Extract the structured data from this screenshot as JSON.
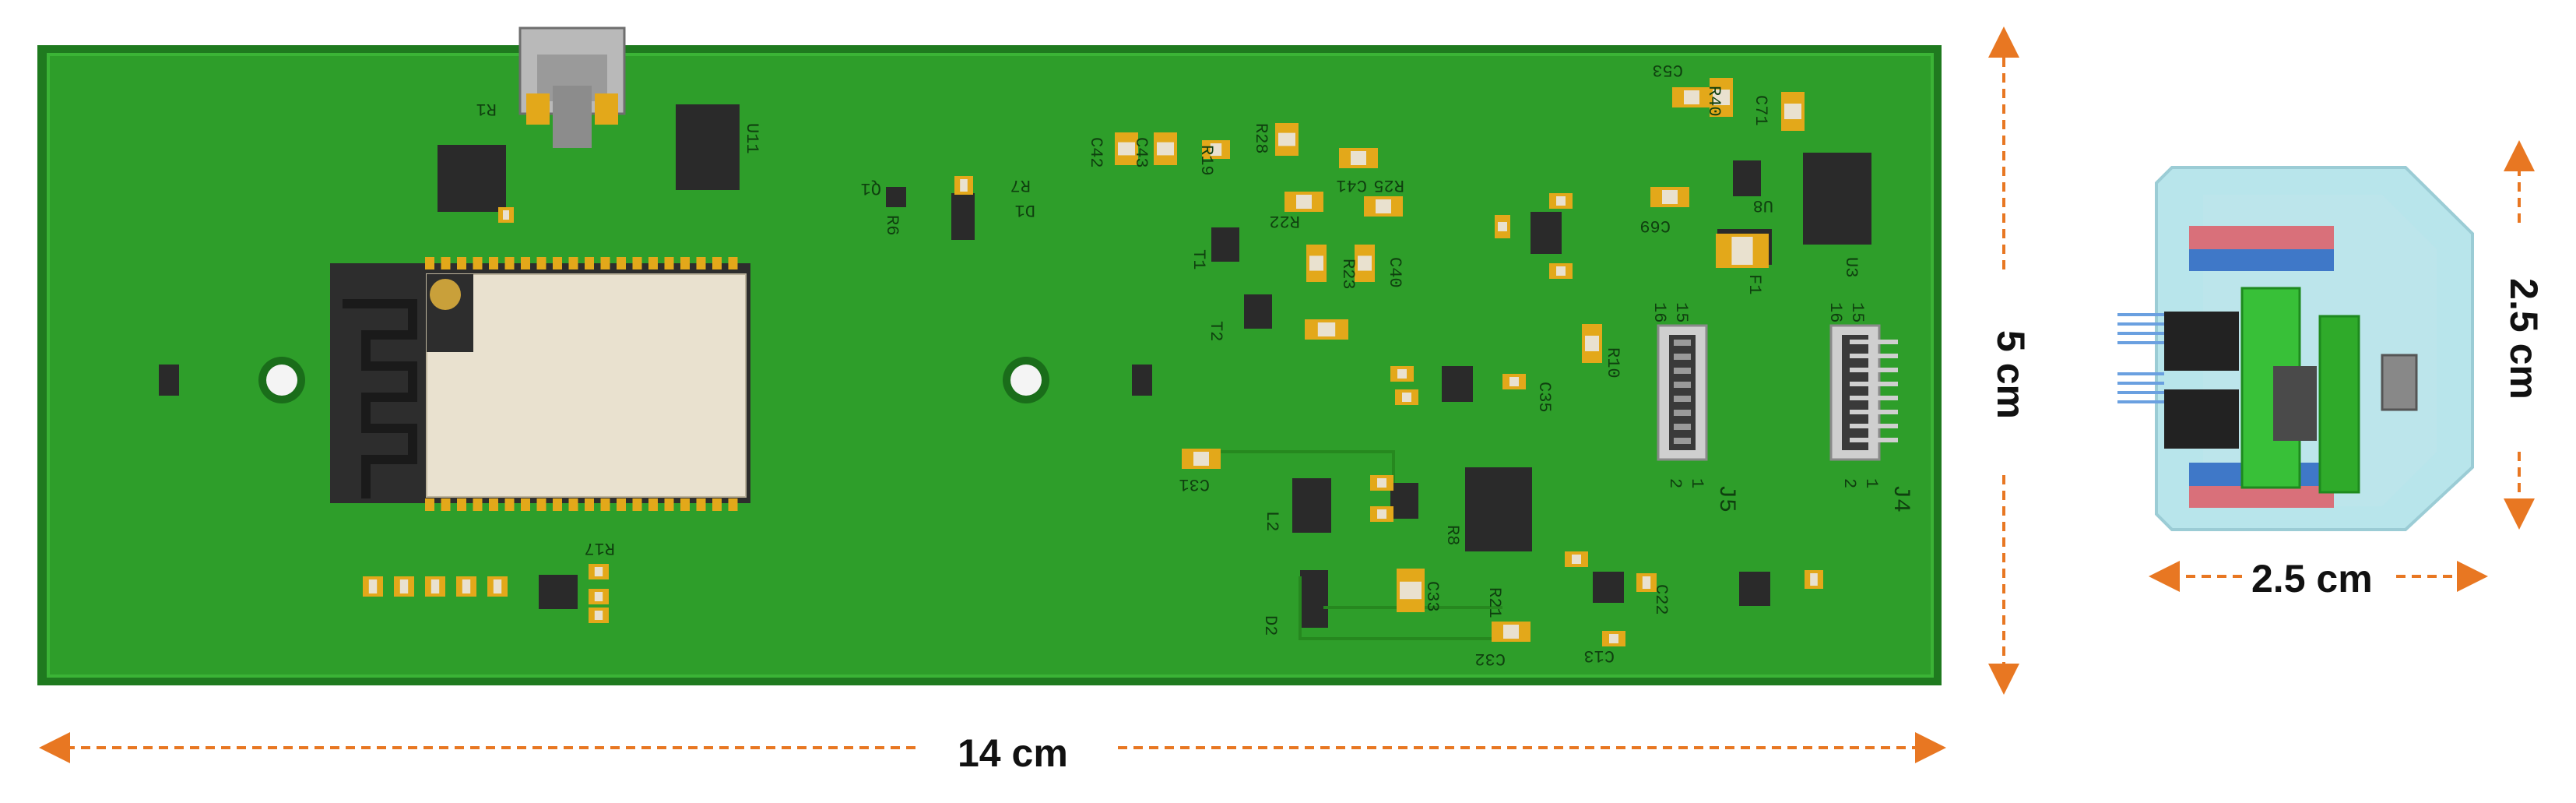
{
  "board": {
    "width_label": "14 cm",
    "height_label": "5 cm",
    "designators": {
      "r1": "R1",
      "u11": "U11",
      "c53": "C53",
      "r40": "R40",
      "c71": "C71",
      "c42": "C42",
      "c43": "C43",
      "r19": "R19",
      "r28": "R28",
      "r25": "R25",
      "c41": "C41",
      "q1": "Q1",
      "r6": "R6",
      "d1": "D1",
      "r7": "R7",
      "t1": "T1",
      "t2": "T2",
      "r22": "R22",
      "r23": "R23",
      "c40": "C40",
      "c69": "C69",
      "f1": "F1",
      "u8": "U8",
      "u3": "U3",
      "r10": "R10",
      "j5": "J5",
      "j4": "J4",
      "c31": "C31",
      "l2": "L2",
      "r8": "R8",
      "c33": "C33",
      "r21": "R21",
      "d2": "D2",
      "c32": "C32",
      "c22": "C22",
      "c13": "C13",
      "r17": "R17",
      "c35": "C35",
      "pin15": "15",
      "pin16": "16",
      "pin1": "1",
      "pin2": "2"
    }
  },
  "enclosure": {
    "width_label": "2.5 cm",
    "height_label": "2.5 cm"
  },
  "colors": {
    "pcb": "#2e9e2a",
    "pcb_edge": "#1a6d1a",
    "pad": "#e3a81a",
    "arrow": "#e87722",
    "module": "#e9e1cf"
  }
}
